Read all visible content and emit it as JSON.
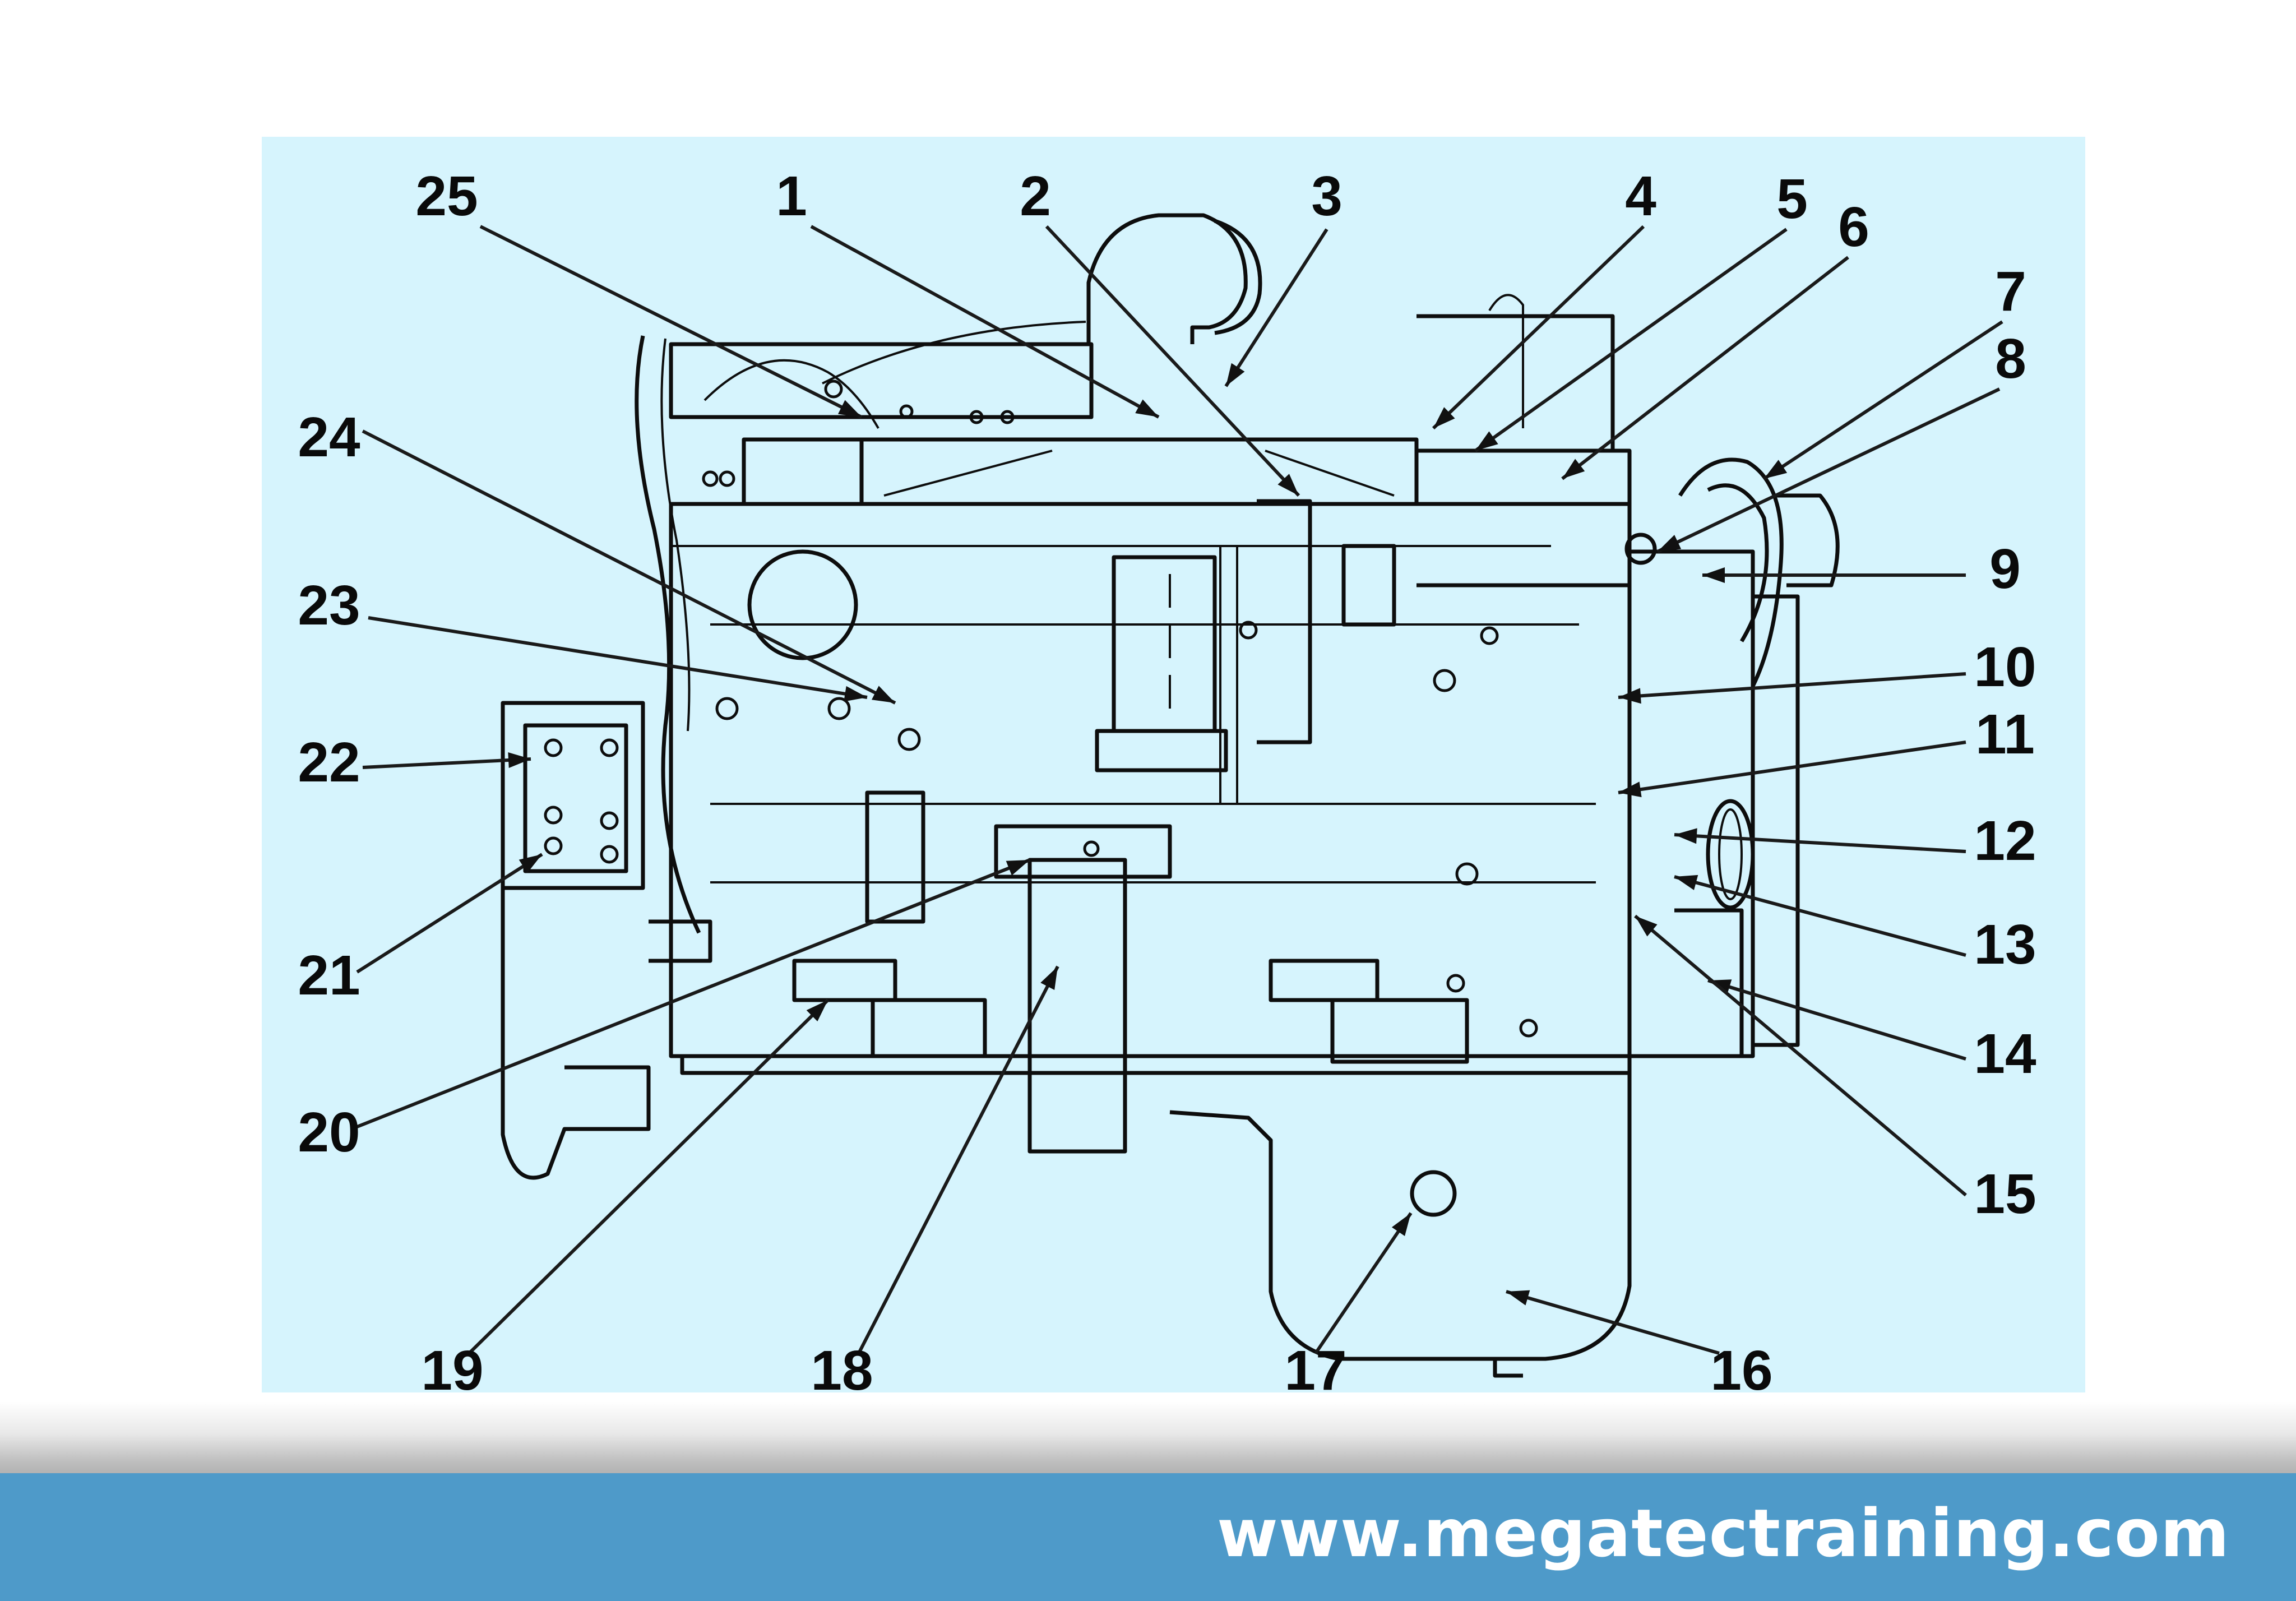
{
  "diagram": {
    "title": "Engine component identification diagram",
    "background_color": "#d6f4fd",
    "line_color": "#0d0d0d",
    "callouts": [
      {
        "label": "1"
      },
      {
        "label": "2"
      },
      {
        "label": "3"
      },
      {
        "label": "4"
      },
      {
        "label": "5"
      },
      {
        "label": "6"
      },
      {
        "label": "7"
      },
      {
        "label": "8"
      },
      {
        "label": "9"
      },
      {
        "label": "10"
      },
      {
        "label": "11"
      },
      {
        "label": "12"
      },
      {
        "label": "13"
      },
      {
        "label": "14"
      },
      {
        "label": "15"
      },
      {
        "label": "16"
      },
      {
        "label": "17"
      },
      {
        "label": "18"
      },
      {
        "label": "19"
      },
      {
        "label": "20"
      },
      {
        "label": "21"
      },
      {
        "label": "22"
      },
      {
        "label": "23"
      },
      {
        "label": "24"
      },
      {
        "label": "25"
      }
    ]
  },
  "footer": {
    "url": "www.megatectraining.com",
    "banner_color": "#4e9ac9",
    "text_color": "#ffffff"
  }
}
